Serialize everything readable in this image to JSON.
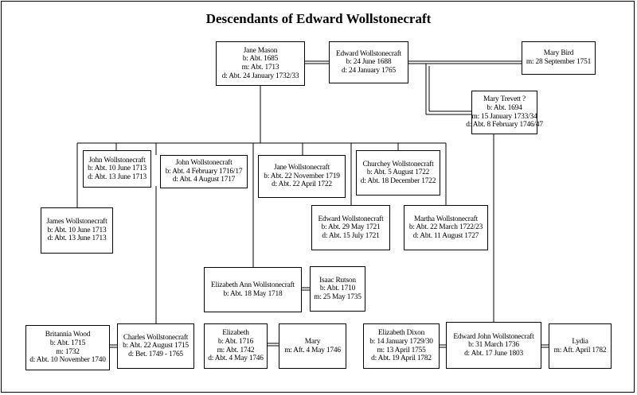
{
  "title": "Descendants of Edward Wollstonecraft",
  "people": {
    "jane_mason": {
      "name": "Jane Mason",
      "l1": "b: Abt. 1685",
      "l2": "m: Abt. 1713",
      "l3": "d: Abt. 24 January 1732/33"
    },
    "edward": {
      "name": "Edward Wollstonecraft",
      "l1": "b: 24 June 1688",
      "l2": "d: 24 January 1765"
    },
    "mary_bird": {
      "name": "Mary Bird",
      "l1": "m: 28 September 1751"
    },
    "mary_trevett": {
      "name": "Mary Trevett ?",
      "l1": "b: Abt. 1694",
      "l2": "m: 15 January 1733/34",
      "l3": "d: Abt. 8 February 1746/47"
    },
    "john1": {
      "name": "John Wollstonecraft",
      "l1": "b: Abt. 10 June 1713",
      "l2": "d: Abt. 13 June 1713"
    },
    "james": {
      "name": "James Wollstonecraft",
      "l1": "b: Abt. 10 June 1713",
      "l2": "d: Abt. 13 June 1713"
    },
    "john2": {
      "name": "John Wollstonecraft",
      "l1": "b: Abt. 4 February 1716/17",
      "l2": "d: Abt. 4 August 1717"
    },
    "jane_w": {
      "name": "Jane Wollstonecraft",
      "l1": "b: Abt. 22 November 1719",
      "l2": "d: Abt. 22 April 1722"
    },
    "churchey": {
      "name": "Churchey Wollstonecraft",
      "l1": "b: Abt. 5 August 1722",
      "l2": "d: Abt. 18 December 1722"
    },
    "edward2": {
      "name": "Edward Wollstonecraft",
      "l1": "b: Abt. 29 May 1721",
      "l2": "d: Abt. 15 July 1721"
    },
    "martha": {
      "name": "Martha Wollstonecraft",
      "l1": "b: Abt. 22 March 1722/23",
      "l2": "d: Abt. 11 August 1727"
    },
    "elizabeth_ann": {
      "name": "Elizabeth Ann Wollstonecraft",
      "l1": "b: Abt. 18 May 1718"
    },
    "isaac": {
      "name": "Isaac Rutson",
      "l1": "b: Abt. 1710",
      "l2": "m: 25 May 1735"
    },
    "britannia": {
      "name": "Britannia Wood",
      "l1": "b: Abt. 1715",
      "l2": "m: 1732",
      "l3": "d: Abt. 10 November 1740"
    },
    "charles": {
      "name": "Charles Wollstonecraft",
      "l1": "b: Abt. 22 August 1715",
      "l2": "d: Bet. 1749 - 1765"
    },
    "elizabeth": {
      "name": "Elizabeth",
      "l1": "b: Abt. 1716",
      "l2": "m: Abt. 1742",
      "l3": "d: Abt. 4 May 1746"
    },
    "mary": {
      "name": "Mary",
      "l1": "m: Aft. 4 May 1746"
    },
    "elizabeth_dixon": {
      "name": "Elizabeth Dixon",
      "l1": "b: 14 January 1729/30",
      "l2": "m: 13 April 1755",
      "l3": "d: Abt. 19 April 1782"
    },
    "edward_john": {
      "name": "Edward John Wollstonecraft",
      "l1": "b: 31 March 1736",
      "l2": "d: Abt. 17 June 1803"
    },
    "lydia": {
      "name": "Lydia",
      "l1": "m: Aft. April 1782"
    }
  }
}
